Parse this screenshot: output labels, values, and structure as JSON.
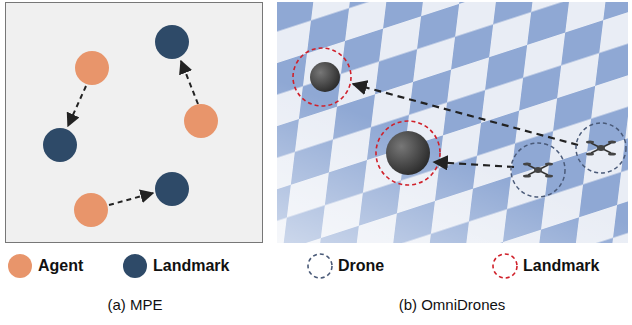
{
  "diagram": {
    "labels": [
      "(a) MPE",
      "(b) OmniDrones"
    ],
    "legend": [
      {
        "text": "Agent",
        "color": "#e8956b"
      },
      {
        "text": "Landmark",
        "color": "#2e4a68"
      },
      {
        "text": "Drone"
      },
      {
        "text": "Landmark"
      }
    ]
  }
}
